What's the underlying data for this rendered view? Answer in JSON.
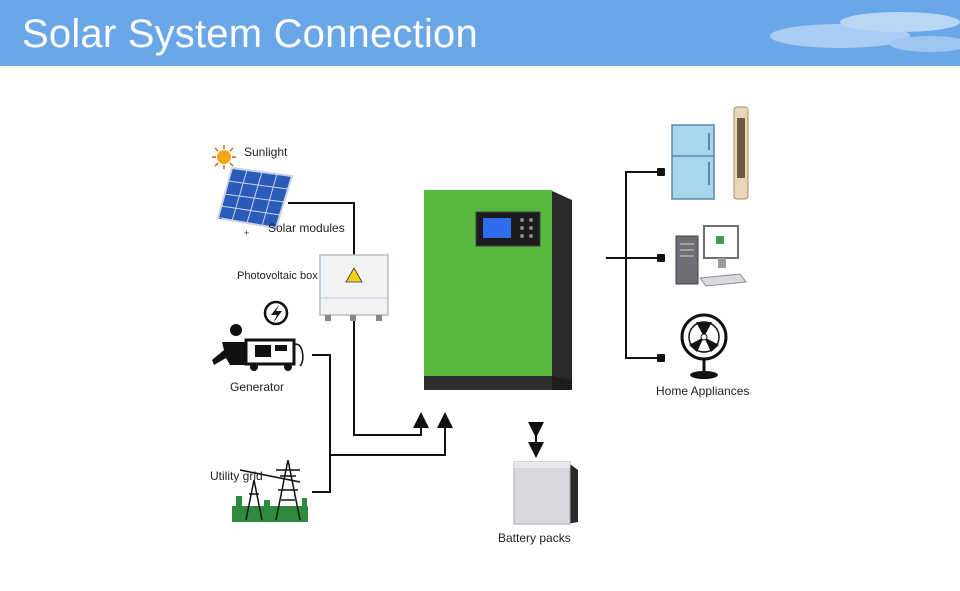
{
  "header": {
    "title": "Solar System Connection"
  },
  "labels": {
    "sunlight": "Sunlight",
    "solar_modules": "Solar modules",
    "pv_box": "Photovoltaic box",
    "generator": "Generator",
    "utility_grid": "Utility grid",
    "battery_packs": "Battery packs",
    "home_appliances": "Home Appliances"
  },
  "colors": {
    "header": "#6aa7e8",
    "inverter_green": "#56b83e",
    "inverter_dark": "#2e2e2e",
    "wire": "#111111"
  },
  "icons": [
    "sun-icon",
    "solar-panel-icon",
    "pv-box-icon",
    "generator-icon",
    "utility-tower-icon",
    "inverter-icon",
    "battery-icon",
    "fridge-icon",
    "air-conditioner-icon",
    "computer-icon",
    "fan-icon"
  ]
}
